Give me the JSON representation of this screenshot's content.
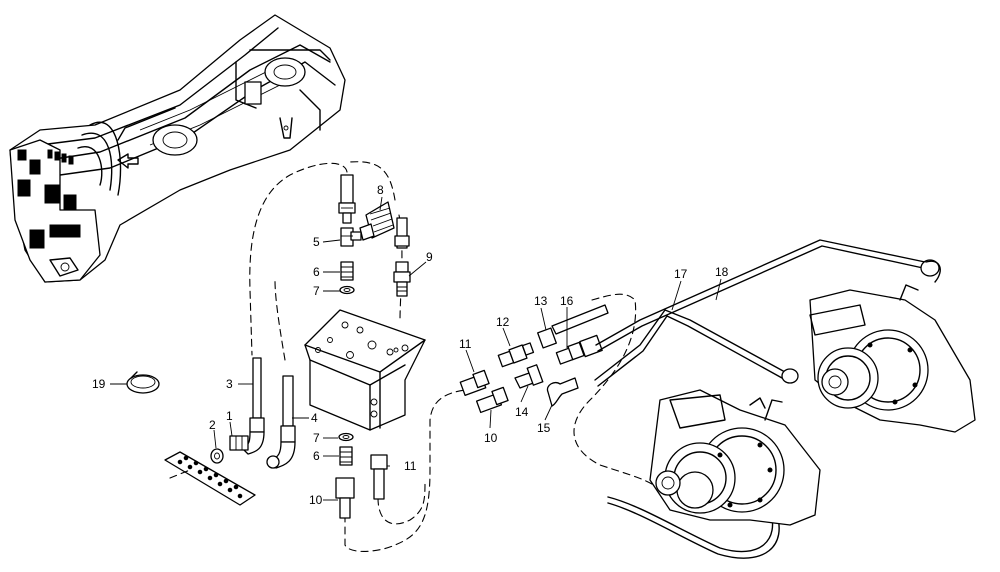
{
  "callouts": [
    {
      "id": "1",
      "label": "1"
    },
    {
      "id": "2",
      "label": "2"
    },
    {
      "id": "3",
      "label": "3"
    },
    {
      "id": "4",
      "label": "4"
    },
    {
      "id": "5",
      "label": "5"
    },
    {
      "id": "6a",
      "label": "6"
    },
    {
      "id": "6b",
      "label": "6"
    },
    {
      "id": "7a",
      "label": "7"
    },
    {
      "id": "7b",
      "label": "7"
    },
    {
      "id": "8",
      "label": "8"
    },
    {
      "id": "9",
      "label": "9"
    },
    {
      "id": "10a",
      "label": "10"
    },
    {
      "id": "10b",
      "label": "10"
    },
    {
      "id": "11a",
      "label": "11"
    },
    {
      "id": "11b",
      "label": "11"
    },
    {
      "id": "12",
      "label": "12"
    },
    {
      "id": "13",
      "label": "13"
    },
    {
      "id": "14",
      "label": "14"
    },
    {
      "id": "15",
      "label": "15"
    },
    {
      "id": "16",
      "label": "16"
    },
    {
      "id": "17",
      "label": "17"
    },
    {
      "id": "18",
      "label": "18"
    },
    {
      "id": "19",
      "label": "19"
    }
  ]
}
